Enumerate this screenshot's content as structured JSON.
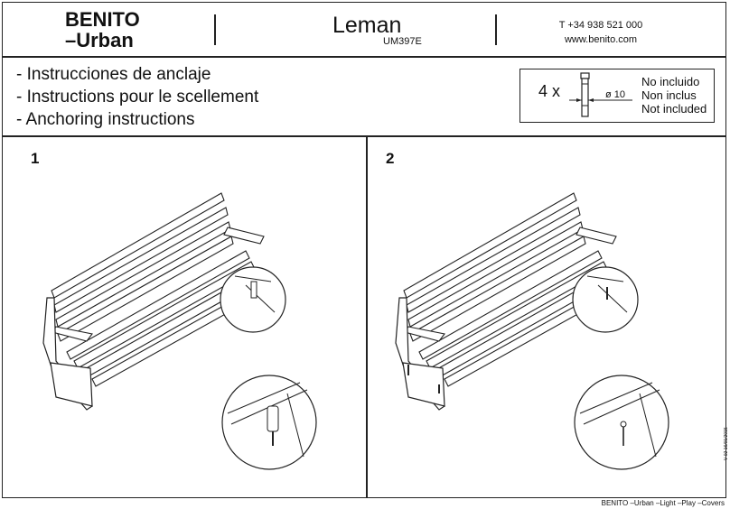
{
  "header": {
    "brand_line1": "BENITO",
    "brand_line2": "–Urban",
    "model": "Leman",
    "model_code": "UM397E",
    "phone": "T +34 938 521 000",
    "website": "www.benito.com"
  },
  "instructions": [
    "- Instrucciones de anclaje",
    "- Instructions pour le scellement",
    "- Anchoring instructions"
  ],
  "fixing": {
    "count": "4 x",
    "diameter": "ø 10",
    "notes": [
      "No incluido",
      "Non inclus",
      "Not included"
    ]
  },
  "steps": [
    {
      "number": "1"
    },
    {
      "number": "2"
    }
  ],
  "footer": {
    "brands": "BENITO –Urban –Light –Play –Covers",
    "version": "V 02 16/01/2015"
  }
}
